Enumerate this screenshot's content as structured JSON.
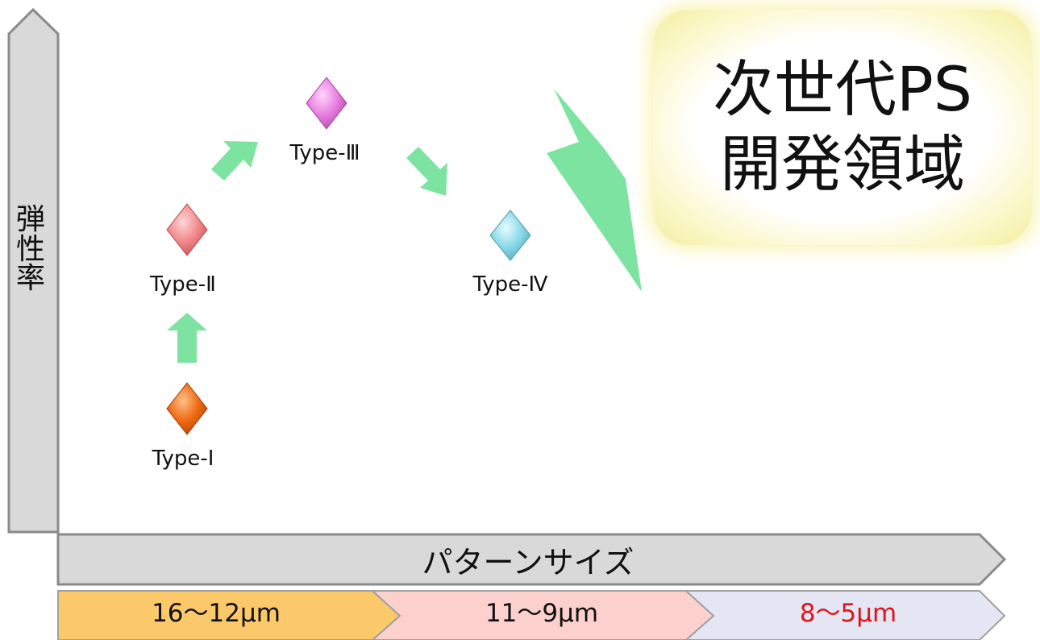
{
  "y_axis": {
    "label_chars": [
      "弾",
      "性",
      "率"
    ]
  },
  "x_axis": {
    "label": "パターンサイズ"
  },
  "size_ranges": [
    {
      "label": "16〜12μm",
      "fill": "#fcc96a",
      "text_color": "#111111"
    },
    {
      "label": "11〜9μm",
      "fill": "#fbd0cd",
      "text_color": "#111111"
    },
    {
      "label": "8〜5μm",
      "fill": "#e4e7f3",
      "text_color": "#e0141b"
    }
  ],
  "types": [
    {
      "label": "Type-Ⅰ",
      "color": "#f06a12"
    },
    {
      "label": "Type-Ⅱ",
      "color": "#f2888a"
    },
    {
      "label": "Type-Ⅲ",
      "color": "#e87ee0"
    },
    {
      "label": "Type-Ⅳ",
      "color": "#8ad9e9"
    }
  ],
  "callout": {
    "line1": "次世代PS",
    "line2": "開発領域",
    "glow_color": "#f4eea0"
  },
  "colors": {
    "arrow": "#7de3a0",
    "axis_fill": "#d9d9d9",
    "axis_stroke": "#8a8a8a"
  }
}
